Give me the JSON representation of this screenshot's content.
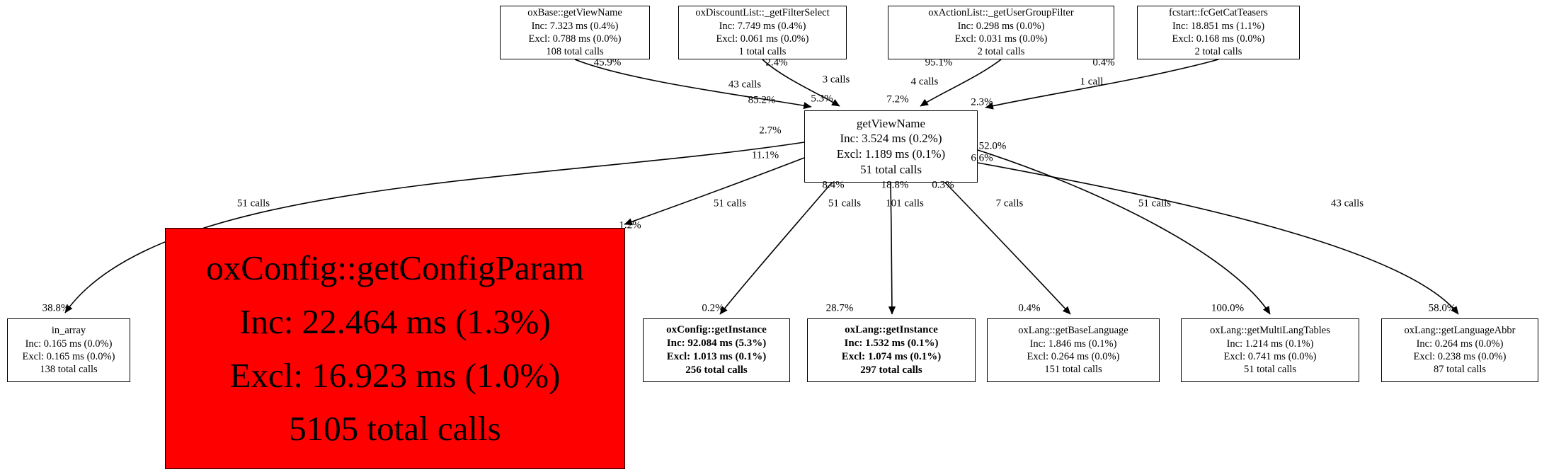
{
  "diagram": {
    "type": "profiler-call-graph",
    "background": "#ffffff"
  },
  "colors": {
    "hot_node_bg": "#ff0000",
    "node_bg": "#ffffff",
    "node_border": "#000000",
    "edge": "#000000"
  },
  "nodes": [
    {
      "title": "oxBase::getViewName",
      "inc": "Inc: 7.323 ms (0.4%)",
      "excl": "Excl: 0.788 ms (0.0%)",
      "calls": "108 total calls"
    },
    {
      "title": "oxDiscountList::_getFilterSelect",
      "inc": "Inc: 7.749 ms (0.4%)",
      "excl": "Excl: 0.061 ms (0.0%)",
      "calls": "1 total calls"
    },
    {
      "title": "oxActionList::_getUserGroupFilter",
      "inc": "Inc: 0.298 ms (0.0%)",
      "excl": "Excl: 0.031 ms (0.0%)",
      "calls": "2 total calls"
    },
    {
      "title": "fcstart::fcGetCatTeasers",
      "inc": "Inc: 18.851 ms (1.1%)",
      "excl": "Excl: 0.168 ms (0.0%)",
      "calls": "2 total calls"
    },
    {
      "title": "getViewName",
      "inc": "Inc: 3.524 ms (0.2%)",
      "excl": "Excl: 1.189 ms (0.1%)",
      "calls": "51 total calls"
    },
    {
      "title": "oxConfig::getConfigParam",
      "inc": "Inc: 22.464 ms (1.3%)",
      "excl": "Excl: 16.923 ms (1.0%)",
      "calls": "5105 total calls"
    },
    {
      "title": "in_array",
      "inc": "Inc: 0.165 ms (0.0%)",
      "excl": "Excl: 0.165 ms (0.0%)",
      "calls": "138 total calls"
    },
    {
      "title": "oxConfig::getInstance",
      "inc": "Inc: 92.084 ms (5.3%)",
      "excl": "Excl: 1.013 ms (0.1%)",
      "calls": "256 total calls"
    },
    {
      "title": "oxLang::getInstance",
      "inc": "Inc: 1.532 ms (0.1%)",
      "excl": "Excl: 1.074 ms (0.1%)",
      "calls": "297 total calls"
    },
    {
      "title": "oxLang::getBaseLanguage",
      "inc": "Inc: 1.846 ms (0.1%)",
      "excl": "Excl: 0.264 ms (0.0%)",
      "calls": "151 total calls"
    },
    {
      "title": "oxLang::getMultiLangTables",
      "inc": "Inc: 1.214 ms (0.1%)",
      "excl": "Excl: 0.741 ms (0.0%)",
      "calls": "51 total calls"
    },
    {
      "title": "oxLang::getLanguageAbbr",
      "inc": "Inc: 0.264 ms (0.0%)",
      "excl": "Excl: 0.238 ms (0.0%)",
      "calls": "87 total calls"
    }
  ],
  "edges": [
    {
      "from": "oxBase::getViewName",
      "to": "getViewName",
      "src_pct": "45.9%",
      "calls": "43 calls",
      "dst_pct": "85.2%"
    },
    {
      "from": "oxDiscountList::_getFilterSelect",
      "to": "getViewName",
      "src_pct": "2.4%",
      "calls": "3 calls",
      "dst_pct": "5.3%"
    },
    {
      "from": "oxActionList::_getUserGroupFilter",
      "to": "getViewName",
      "src_pct": "95.1%",
      "calls": "4 calls",
      "dst_pct": "7.2%"
    },
    {
      "from": "fcstart::fcGetCatTeasers",
      "to": "getViewName",
      "src_pct": "0.4%",
      "calls": "1 call",
      "dst_pct": "2.3%"
    },
    {
      "from": "getViewName",
      "to": "in_array",
      "src_pct": "2.7%",
      "calls": "51 calls",
      "dst_pct": "38.8%"
    },
    {
      "from": "getViewName",
      "to": "oxConfig::getConfigParam",
      "src_pct": "11.1%",
      "calls": "51 calls",
      "dst_pct": "1.2%"
    },
    {
      "from": "getViewName",
      "to": "oxConfig::getInstance",
      "src_pct": "8.4%",
      "calls": "51 calls",
      "dst_pct": "0.2%"
    },
    {
      "from": "getViewName",
      "to": "oxLang::getInstance",
      "src_pct": "18.8%",
      "calls": "101 calls",
      "dst_pct": "28.7%"
    },
    {
      "from": "getViewName",
      "to": "oxLang::getBaseLanguage",
      "src_pct": "0.3%",
      "calls": "7 calls",
      "dst_pct": "0.4%"
    },
    {
      "from": "getViewName",
      "to": "oxLang::getMultiLangTables",
      "src_pct": "52.0%",
      "calls": "51 calls",
      "dst_pct": "100.0%"
    },
    {
      "from": "getViewName",
      "to": "oxLang::getLanguageAbbr",
      "src_pct": "6.6%",
      "calls": "43 calls",
      "dst_pct": "58.0%"
    }
  ]
}
